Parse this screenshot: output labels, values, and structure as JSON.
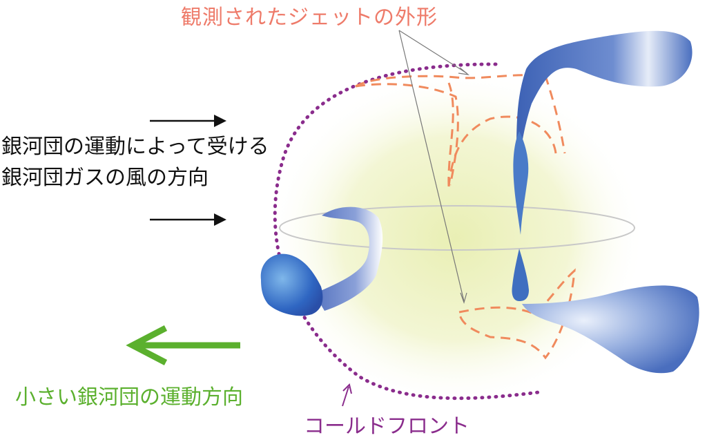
{
  "labels": {
    "observed_jet_shape": "観測されたジェットの外形",
    "wind_line1": "銀河団の運動によって受ける",
    "wind_line2": "銀河団ガスの風の方向",
    "small_cluster_motion": "小さい銀河団の運動方向",
    "cold_front": "コールドフロント"
  },
  "colors": {
    "observed_jet_shape": "#ee7b6a",
    "dashed_outline": "#f08a5d",
    "wind_text": "#111111",
    "small_cluster_motion": "#5bb02e",
    "cold_front": "#8a2c8c",
    "cold_front_dots": "#8a2c8c",
    "jet_blue": "#3b63b8",
    "galaxy_glow": "#eef2c8",
    "disk_ring": "#c8c8c8"
  },
  "icons": {
    "wind_arrows": "right-arrow-icon",
    "motion_arrow": "left-arrow-icon",
    "cold_front_pointer": "up-arrow-icon"
  }
}
